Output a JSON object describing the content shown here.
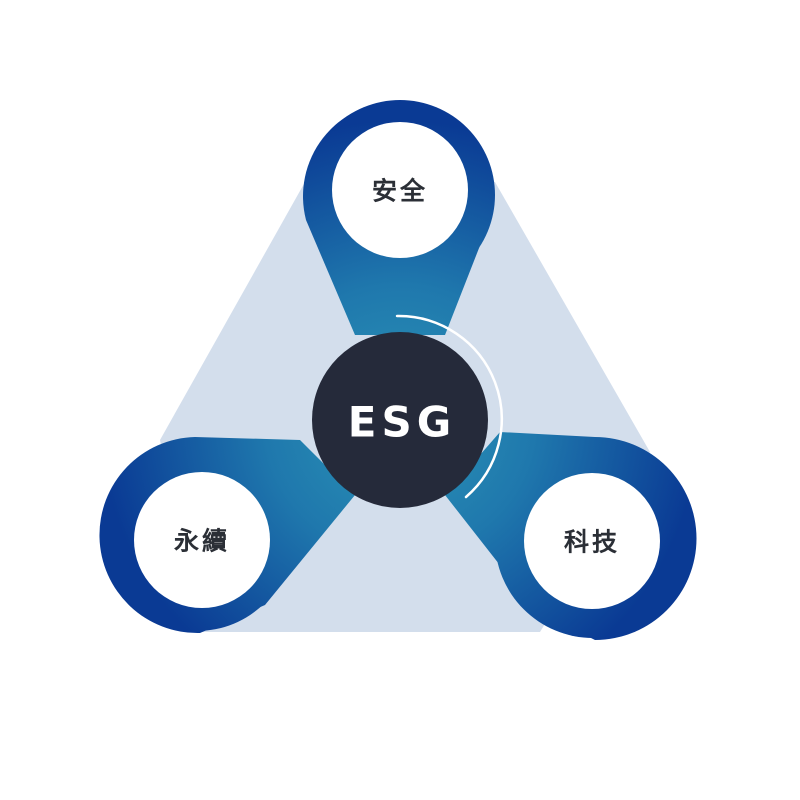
{
  "diagram": {
    "center": {
      "label": "ESG"
    },
    "nodes": [
      {
        "id": "top",
        "label": "安全"
      },
      {
        "id": "left",
        "label": "永續"
      },
      {
        "id": "right",
        "label": "科技"
      }
    ]
  },
  "colors": {
    "triangle": "#d3deec",
    "blade_dark": "#0a3a94",
    "blade_light": "#2a8ab0",
    "hub": "#252a3a",
    "node_fill": "#ffffff",
    "label_text": "#2b2f36"
  }
}
